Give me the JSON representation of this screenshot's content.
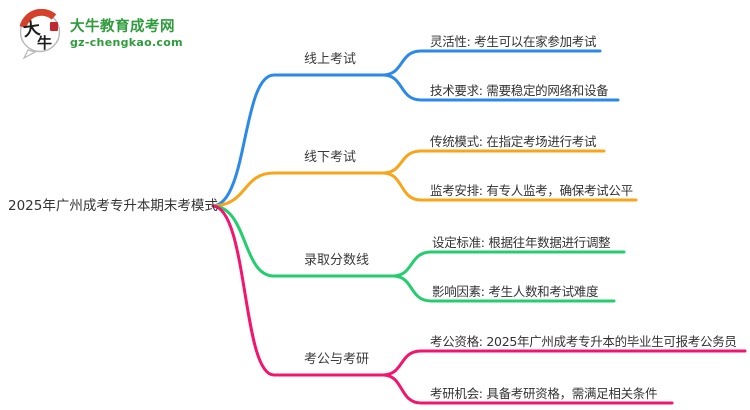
{
  "logo": {
    "title": "大牛教育成考网",
    "domain": "gz-chengkao.com",
    "brand_color": "#2f9b3d"
  },
  "mindmap": {
    "root": {
      "label": "2025年广州成考专升本期末考模式"
    },
    "branches": [
      {
        "label": "线上考试",
        "color": "#2b89ea",
        "children": [
          "灵活性: 考生可以在家参加考试",
          "技术要求: 需要稳定的网络和设备"
        ]
      },
      {
        "label": "线下考试",
        "color": "#f8a51b",
        "children": [
          "传统模式: 在指定考场进行考试",
          "监考安排: 有专人监考，确保考试公平"
        ]
      },
      {
        "label": "录取分数线",
        "color": "#25cd6f",
        "children": [
          "设定标准: 根据往年数据进行调整",
          "影响因素: 考生人数和考试难度"
        ]
      },
      {
        "label": "考公与考研",
        "color": "#f4146e",
        "children": [
          "考公资格: 2025年广州成考专升本的毕业生可报考公务员",
          "考研机会: 具备考研资格，需满足相关条件"
        ]
      }
    ]
  }
}
